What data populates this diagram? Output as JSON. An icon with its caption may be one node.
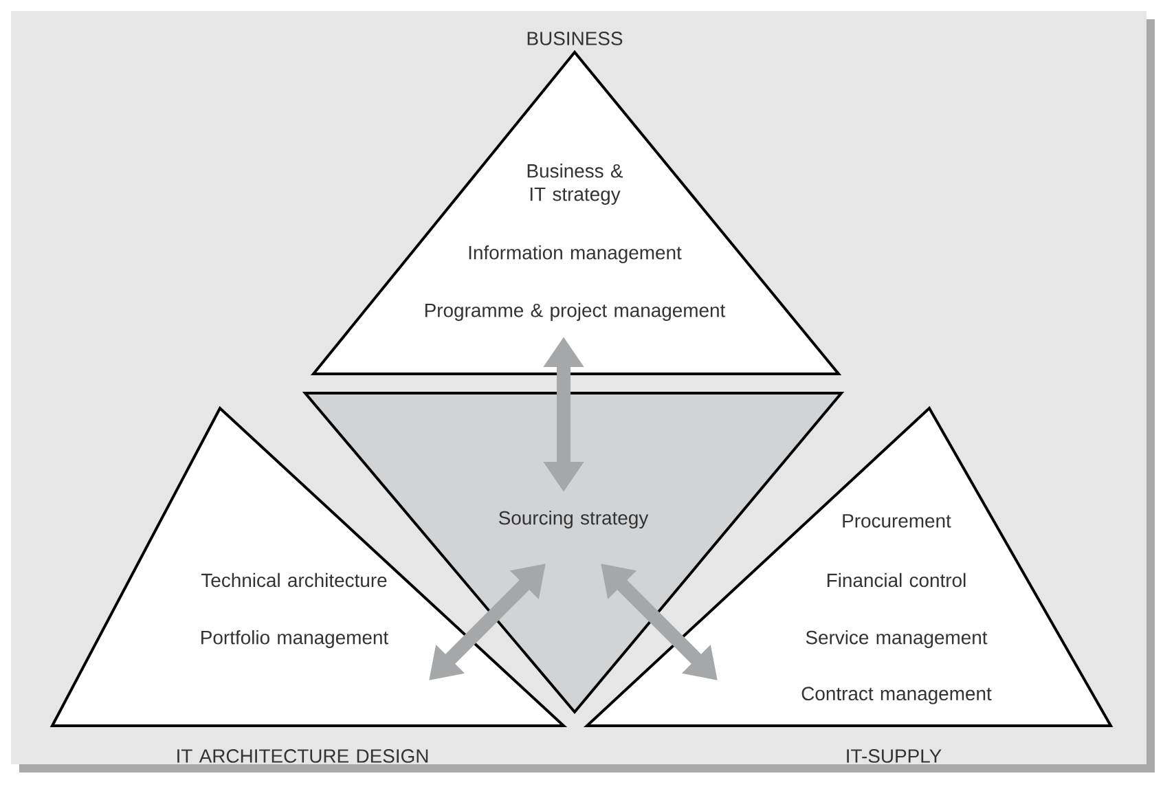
{
  "diagram": {
    "nodes": [
      {
        "text": [
          "BUSINESS",
          "Business & IT strategy",
          "Information management",
          "Programme & project management"
        ]
      },
      {
        "text": [
          "Technical architecture",
          "Portfolio management",
          "IT ARCHITECTURE DESIGN"
        ]
      },
      {
        "text": [
          "Sourcing strategy"
        ]
      },
      {
        "text": [
          "Procurement",
          "Financial control",
          "Service management",
          "Contract management",
          "IT-SUPPLY"
        ]
      }
    ],
    "edges": [
      {
        "from": 0,
        "to": 2,
        "arrow": "both"
      },
      {
        "from": 1,
        "to": 2,
        "arrow": "both"
      },
      {
        "from": 3,
        "to": 2,
        "arrow": "both"
      }
    ]
  }
}
